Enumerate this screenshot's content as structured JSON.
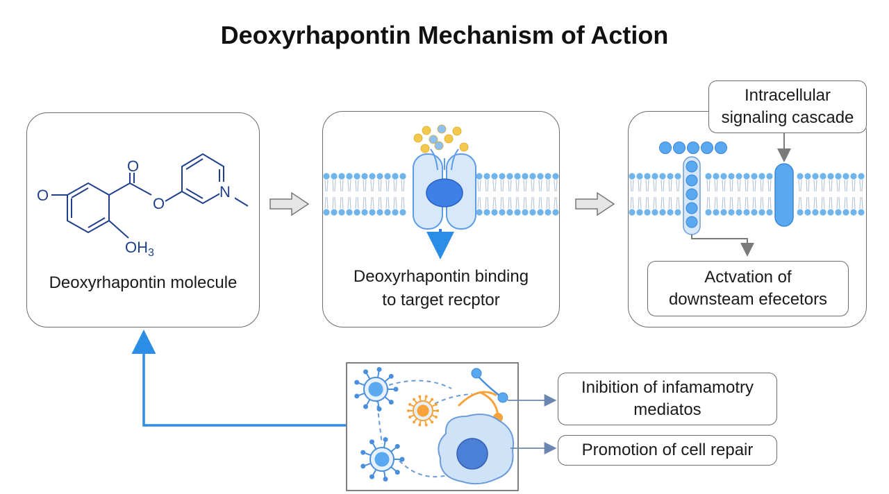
{
  "title": "Deoxyrhapontin Mechanism of Action",
  "panel1": {
    "label": "Deoxyrhapontin molecule",
    "atoms": {
      "o_left": "O",
      "o_carbonyl": "O",
      "o_ester": "O",
      "n": "N",
      "oh3": "OH",
      "oh3_sub": "3"
    }
  },
  "panel2": {
    "label_line1": "Deoxyrhapontin binding",
    "label_line2": "to target recptor"
  },
  "panel3": {
    "callout_line1": "Intracellular",
    "callout_line2": "signaling cascade",
    "result_line1": "Actvation of",
    "result_line2": "downsteam efecetors"
  },
  "outcomes": {
    "first_line1": "Inibition of infamamotry",
    "first_line2": "mediatos",
    "second": "Promotion of cell repair"
  },
  "colors": {
    "membrane": "#6fb4ea",
    "receptor": "#3d80e6",
    "ligand": "#f2c94c",
    "feedback_arrow": "#2b8de6",
    "orange_cell": "#f5a33a",
    "bond": "#1f3f8a"
  }
}
